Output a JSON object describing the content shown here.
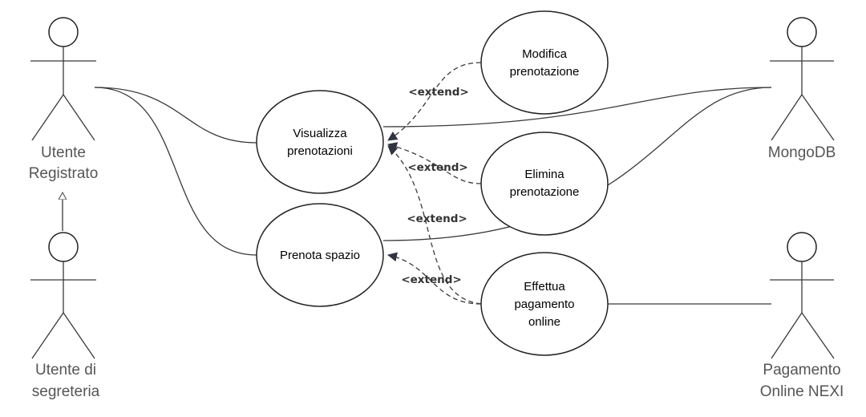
{
  "actors": {
    "utente_registrato": [
      "Utente",
      "Registrato"
    ],
    "utente_segreteria": [
      "Utente di",
      "segreteria"
    ],
    "mongodb": [
      "MongoDB"
    ],
    "nexi": [
      "Pagamento",
      "Online NEXI"
    ]
  },
  "use_cases": {
    "visualizza": [
      "Visualizza",
      "prenotazioni"
    ],
    "prenota": [
      "Prenota spazio"
    ],
    "modifica": [
      "Modifica",
      "prenotazione"
    ],
    "elimina": [
      "Elimina",
      "prenotazione"
    ],
    "pagamento": [
      "Effettua",
      "pagamento",
      "online"
    ]
  },
  "relations": {
    "extend_modifica": "<extend>",
    "extend_elimina": "<extend>",
    "extend_pagamento_visualizza": "<extend>",
    "extend_pagamento_prenota": "<extend>"
  }
}
